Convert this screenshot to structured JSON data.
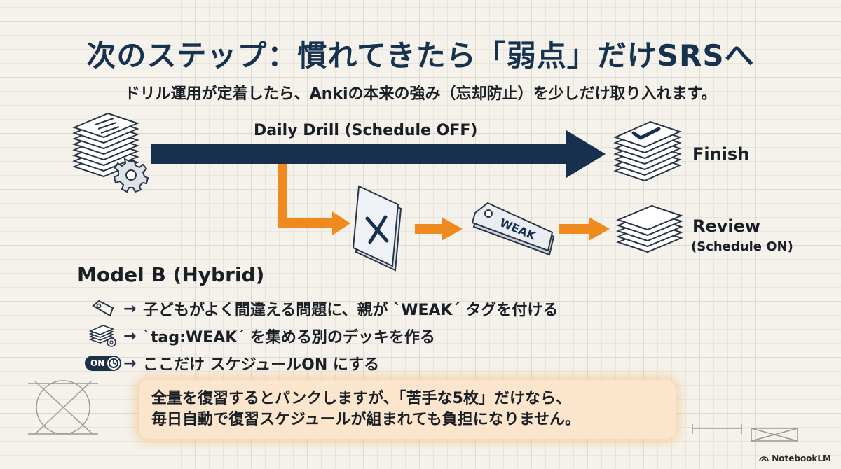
{
  "title": "次のステップ：慣れてきたら「弱点」だけSRSへ",
  "subtitle": "ドリル運用が定着したら、Ankiの本来の強み（忘却防止）を少しだけ取り入れます。",
  "flow": {
    "main_label": "Daily Drill  (Schedule OFF)",
    "finish_label": "Finish",
    "review_label": "Review",
    "review_sub": "(Schedule ON)",
    "tag_text": "WEAK"
  },
  "model": {
    "title": "Model B (Hybrid)",
    "steps": [
      {
        "arrow": "→",
        "text": "子どもがよく間違える問題に、親が `WEAK´ タグを付ける",
        "icon": "tag-icon"
      },
      {
        "arrow": "→",
        "text": "`tag:WEAK´ を集める別のデッキを作る",
        "icon": "deck-gear-icon"
      },
      {
        "arrow": "→",
        "text": "ここだけ スケジュールON にする",
        "icon": "toggle-on-icon"
      }
    ],
    "toggle_text": "ON"
  },
  "callout": {
    "line1": "全量を復習するとパンクしますが、「苦手な5枚」だけなら、",
    "line2": "毎日自動で復習スケジュールが組まれても負担になりません。"
  },
  "watermark": "NotebookLM",
  "colors": {
    "navy": "#17324f",
    "arrow_dark": "#16304d",
    "orange": "#ef8a1e",
    "callout_bg": "#fbe6cd"
  }
}
